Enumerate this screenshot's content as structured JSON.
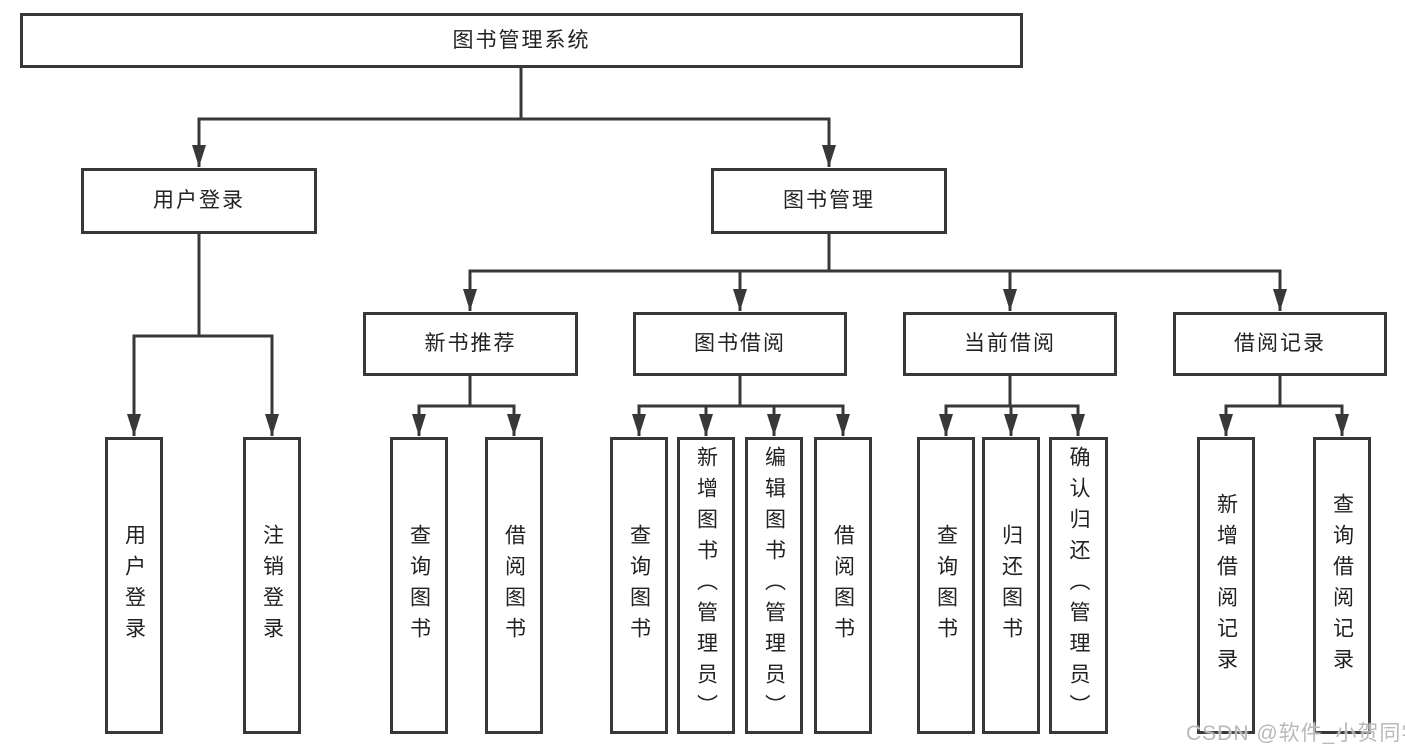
{
  "diagram": {
    "root": "图书管理系统",
    "level2": {
      "user_login": "用户登录",
      "book_management": "图书管理"
    },
    "level3": {
      "new_books": "新书推荐",
      "book_borrowing": "图书借阅",
      "current_borrowing": "当前借阅",
      "borrow_records": "借阅记录"
    },
    "leaves": {
      "user_login_1": "用户登录",
      "user_login_2": "注销登录",
      "new_books_1": "查询图书",
      "new_books_2": "借阅图书",
      "book_borrowing_1": "查询图书",
      "book_borrowing_2": "新增图书（管理员）",
      "book_borrowing_3": "编辑图书（管理员）",
      "book_borrowing_4": "借阅图书",
      "current_borrowing_1": "查询图书",
      "current_borrowing_2": "归还图书",
      "current_borrowing_3": "确认归还（管理员）",
      "borrow_records_1": "新增借阅记录",
      "borrow_records_2": "查询借阅记录"
    }
  },
  "watermark": "CSDN @软件_小贺同学",
  "colors": {
    "line": "#383838",
    "text": "#222222",
    "background": "#ffffff",
    "watermark": "#b9b9b9"
  }
}
